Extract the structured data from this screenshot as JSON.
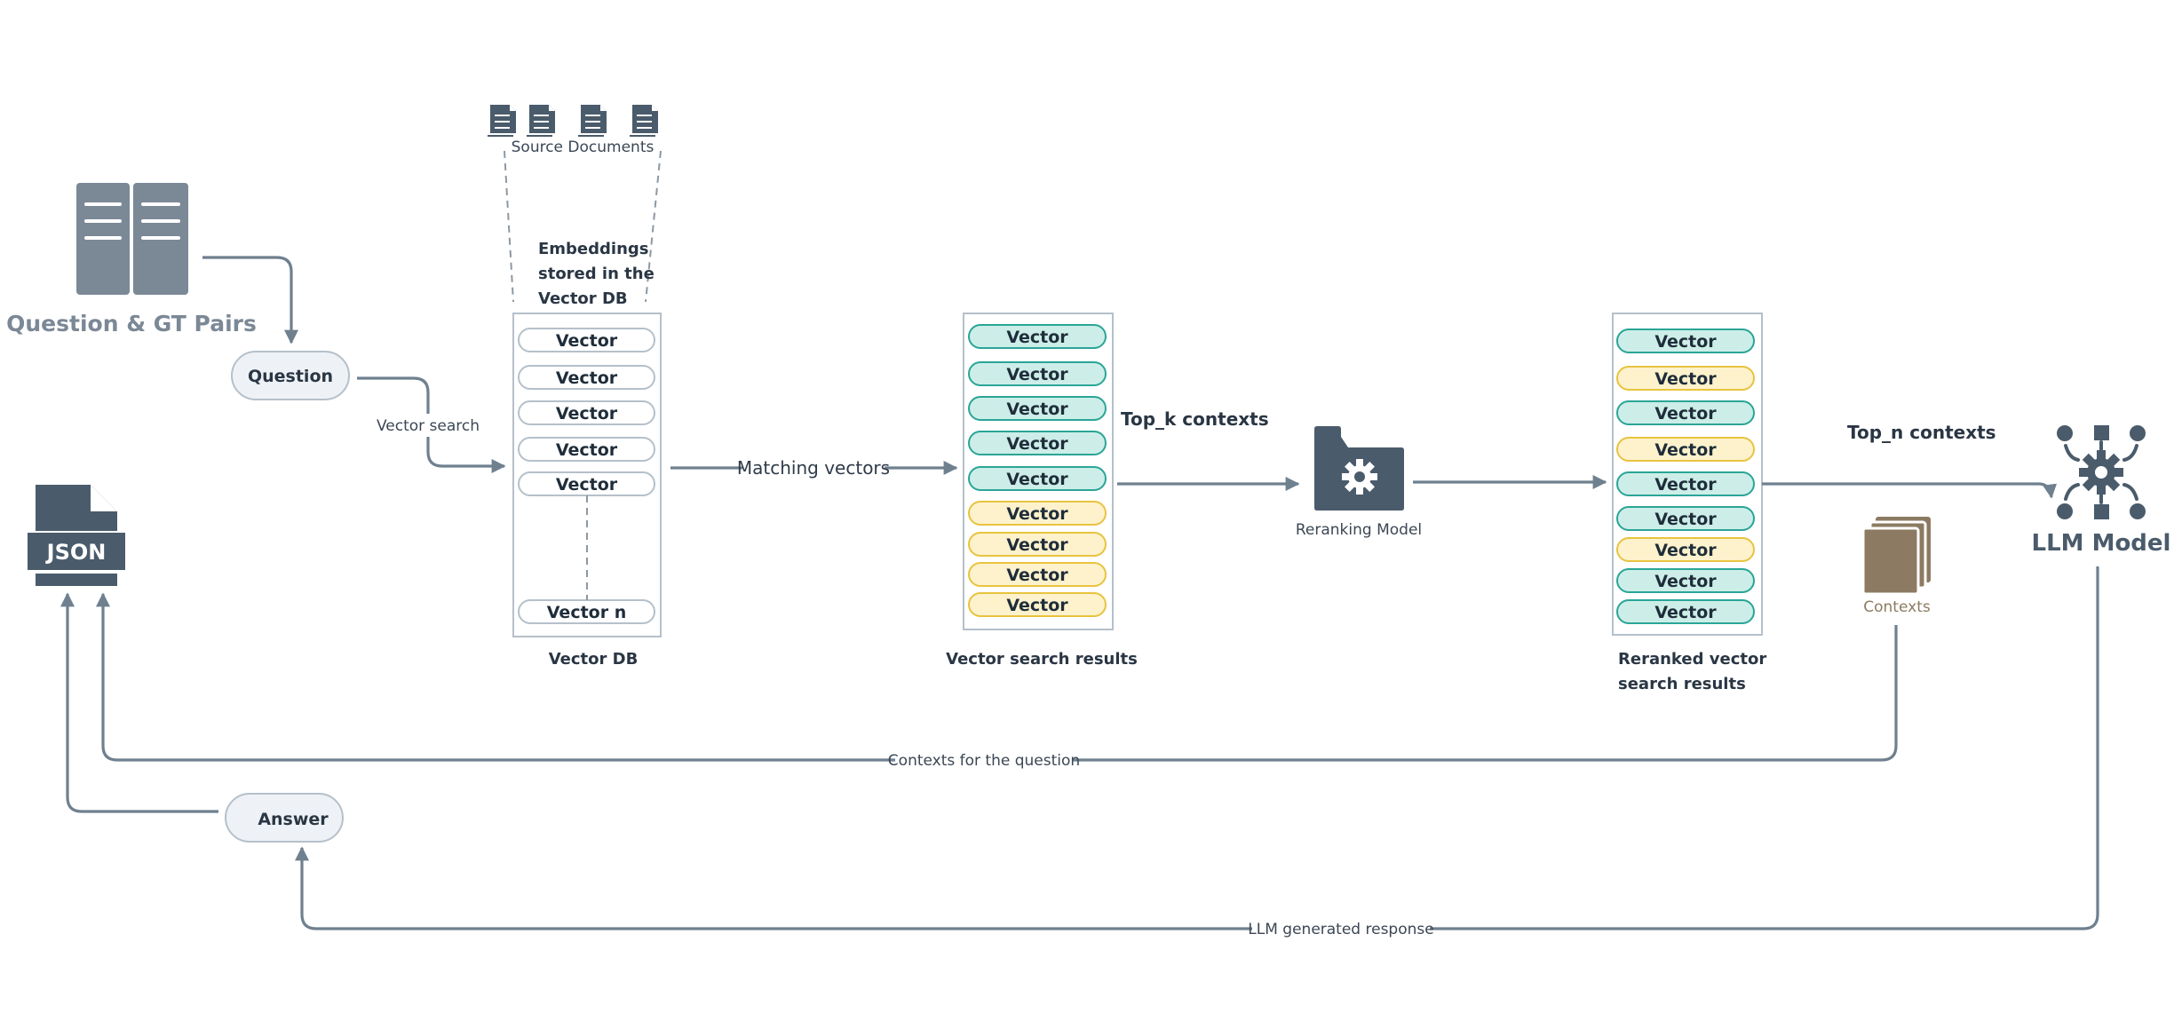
{
  "colors": {
    "edge": "#6f808f",
    "icon_dark": "#4a5b6b",
    "icon_mid": "#7b8896",
    "pill_fill": "#eef2f6",
    "pill_stroke": "#b5c0ca",
    "vec_white_stroke": "#b5c0ca",
    "vec_teal_fill": "#cdeee8",
    "vec_teal_stroke": "#2aa597",
    "vec_yellow_fill": "#fdf2cc",
    "vec_yellow_stroke": "#e8c33f",
    "contexts_brown": "#8c7b62"
  },
  "nodes": {
    "qa_title": "Question & GT Pairs",
    "question": "Question",
    "answer": "Answer",
    "json_label": "JSON",
    "source_docs": "Source Documents",
    "embeddings_note": [
      "Embeddings",
      "stored in the",
      "Vector DB"
    ],
    "vector_db_title": "Vector DB",
    "search_results_title": "Vector search results",
    "reranked_title": [
      "Reranked vector",
      "search results"
    ],
    "reranking_model": "Reranking Model",
    "contexts": "Contexts",
    "llm_model": "LLM Model"
  },
  "edges": {
    "vector_search": "Vector search",
    "matching_vectors": "Matching vectors",
    "top_k": "Top_k contexts",
    "top_n": "Top_n contexts",
    "contexts_for_question": "Contexts for the question",
    "llm_response": "LLM generated response"
  },
  "vector_db": {
    "items": [
      "Vector",
      "Vector",
      "Vector",
      "Vector",
      "Vector"
    ],
    "last": "Vector n"
  },
  "search_results": [
    {
      "label": "Vector",
      "kind": "teal"
    },
    {
      "label": "Vector",
      "kind": "teal"
    },
    {
      "label": "Vector",
      "kind": "teal"
    },
    {
      "label": "Vector",
      "kind": "teal"
    },
    {
      "label": "Vector",
      "kind": "teal"
    },
    {
      "label": "Vector",
      "kind": "yellow"
    },
    {
      "label": "Vector",
      "kind": "yellow"
    },
    {
      "label": "Vector",
      "kind": "yellow"
    },
    {
      "label": "Vector",
      "kind": "yellow"
    }
  ],
  "reranked_results": [
    {
      "label": "Vector",
      "kind": "teal"
    },
    {
      "label": "Vector",
      "kind": "yellow"
    },
    {
      "label": "Vector",
      "kind": "teal"
    },
    {
      "label": "Vector",
      "kind": "yellow"
    },
    {
      "label": "Vector",
      "kind": "teal"
    },
    {
      "label": "Vector",
      "kind": "teal"
    },
    {
      "label": "Vector",
      "kind": "yellow"
    },
    {
      "label": "Vector",
      "kind": "teal"
    },
    {
      "label": "Vector",
      "kind": "teal"
    }
  ],
  "icons": {
    "qa": "document-pair-icon",
    "json": "json-file-icon",
    "docs": "document-icon",
    "reranker": "folder-gear-icon",
    "contexts": "stacked-pages-icon",
    "llm": "network-gear-icon"
  }
}
